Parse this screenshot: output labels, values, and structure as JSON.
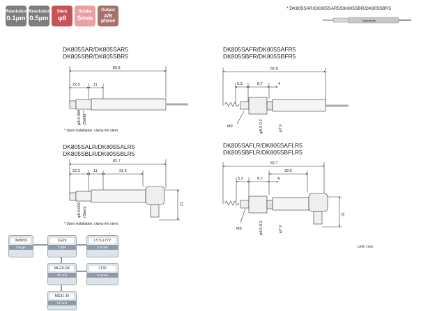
{
  "specs": [
    {
      "label": "Resolution",
      "value": "0.1µm",
      "color": "#7d7d7d"
    },
    {
      "label": "Resolution",
      "value": "0.5µm",
      "color": "#7d7d7d"
    },
    {
      "label": "Stem",
      "value": "φ8",
      "color": "#c8545a"
    },
    {
      "label": "Stroke",
      "value": "5mm",
      "color": "#e7a1a4"
    },
    {
      "label": "Output",
      "value": "A/B phase",
      "color": "#a9716c"
    }
  ],
  "photo_caption": "* DK805SAR/DK805SAR5/DK805SBR/DK805SBR5",
  "photo_brand": "Magnescale",
  "drawings": [
    {
      "title1": "DK805SAR/DK805SAR5",
      "title2": "DK805SBR/DK805SBR5",
      "dims": {
        "total": "82.8",
        "a": "22.3",
        "b": "11",
        "stem": "φ8-0.009",
        "stem_note": "(Stem)"
      },
      "note": "* Upon installation, clamp the stem."
    },
    {
      "title1": "DK805SAFR/DK805SAFR5",
      "title2": "DK805SBFR/DK805SBFR5",
      "dims": {
        "total": "82.8",
        "a": "5.3",
        "b": "8.7",
        "c": "4",
        "thread": "M9",
        "d1": "φ9.5-0.2",
        "d2": "φ7.9"
      }
    },
    {
      "title1": "DK805SALR/DK805SALR5",
      "title2": "DK805SBLR/DK805SBLR5",
      "dims": {
        "total": "82.7",
        "a": "22.3",
        "b": "11",
        "c": "31.6",
        "h": "21",
        "stem": "φ8-0.009",
        "stem_note": "(Stem)"
      },
      "note": "* Upon installation, clamp the stem."
    },
    {
      "title1": "DK805SAFLR/DK805SAFLR5",
      "title2": "DK805SBFLR/DK805SBFLR5",
      "dims": {
        "total": "82.7",
        "a": "5.3",
        "b": "8.7",
        "c": "4",
        "d": "28.6",
        "h": "21",
        "thread": "M9",
        "d1": "φ9.5-0.2",
        "d2": "φ7.9"
      }
    }
  ],
  "unit": "Unit: mm",
  "system": {
    "gauge": {
      "name": "DK805S",
      "sub": "Gauge"
    },
    "cable": {
      "name": "CE29",
      "sub": "Cable"
    },
    "counter1": {
      "name": "LY71,LY72",
      "sub": "Counter"
    },
    "ifunit": {
      "name": "MG20-DK",
      "sub": "I/F unit"
    },
    "counter2": {
      "name": "LT30",
      "sub": "Counter"
    },
    "ifunit2": {
      "name": "MG41-42",
      "sub": "I/F unit"
    }
  }
}
